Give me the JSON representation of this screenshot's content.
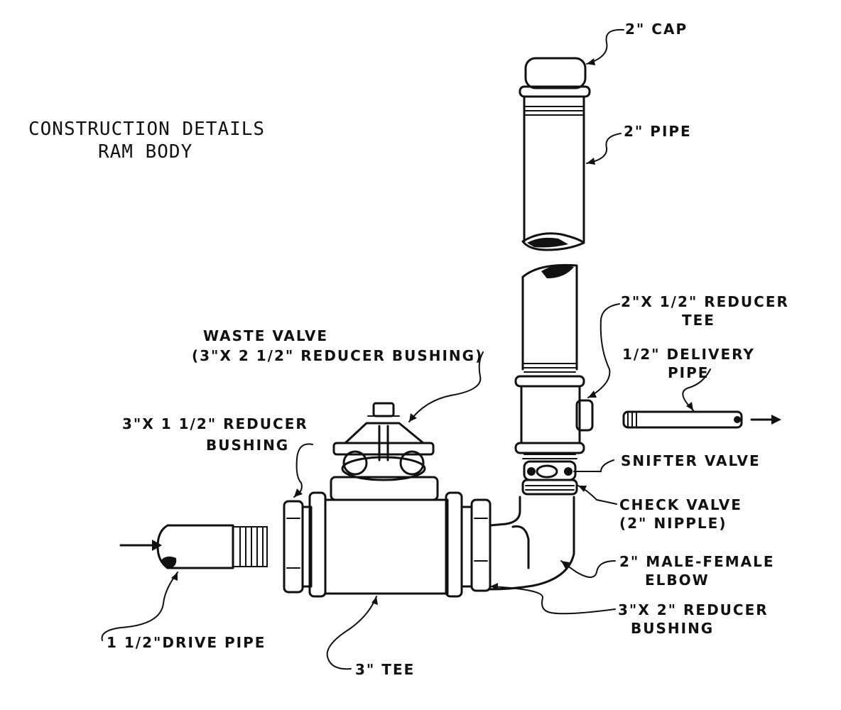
{
  "title": {
    "line1": "CONSTRUCTION DETAILS",
    "line2": "RAM BODY"
  },
  "labels": {
    "cap": "2\" CAP",
    "pipe": "2\" PIPE",
    "reducer_tee_1": "2\"X 1/2\" REDUCER",
    "reducer_tee_2": "TEE",
    "delivery_1": "1/2\" DELIVERY",
    "delivery_2": "PIPE",
    "waste_valve_1": "WASTE VALVE",
    "waste_valve_2": "(3\"X 2 1/2\" REDUCER BUSHING)",
    "reducer_bushing_left_1": "3\"X 1 1/2\" REDUCER",
    "reducer_bushing_left_2": "BUSHING",
    "snifter": "SNIFTER VALVE",
    "check_valve_1": "CHECK VALVE",
    "check_valve_2": "(2\" NIPPLE)",
    "elbow_1": "2\" MALE-FEMALE",
    "elbow_2": "ELBOW",
    "reducer_bushing_right_1": "3\"X 2\" REDUCER",
    "reducer_bushing_right_2": "BUSHING",
    "drive_pipe": "1 1/2\"DRIVE PIPE",
    "tee": "3\" TEE"
  },
  "icons": [
    "inflow-arrow-icon",
    "outflow-arrow-icon"
  ]
}
